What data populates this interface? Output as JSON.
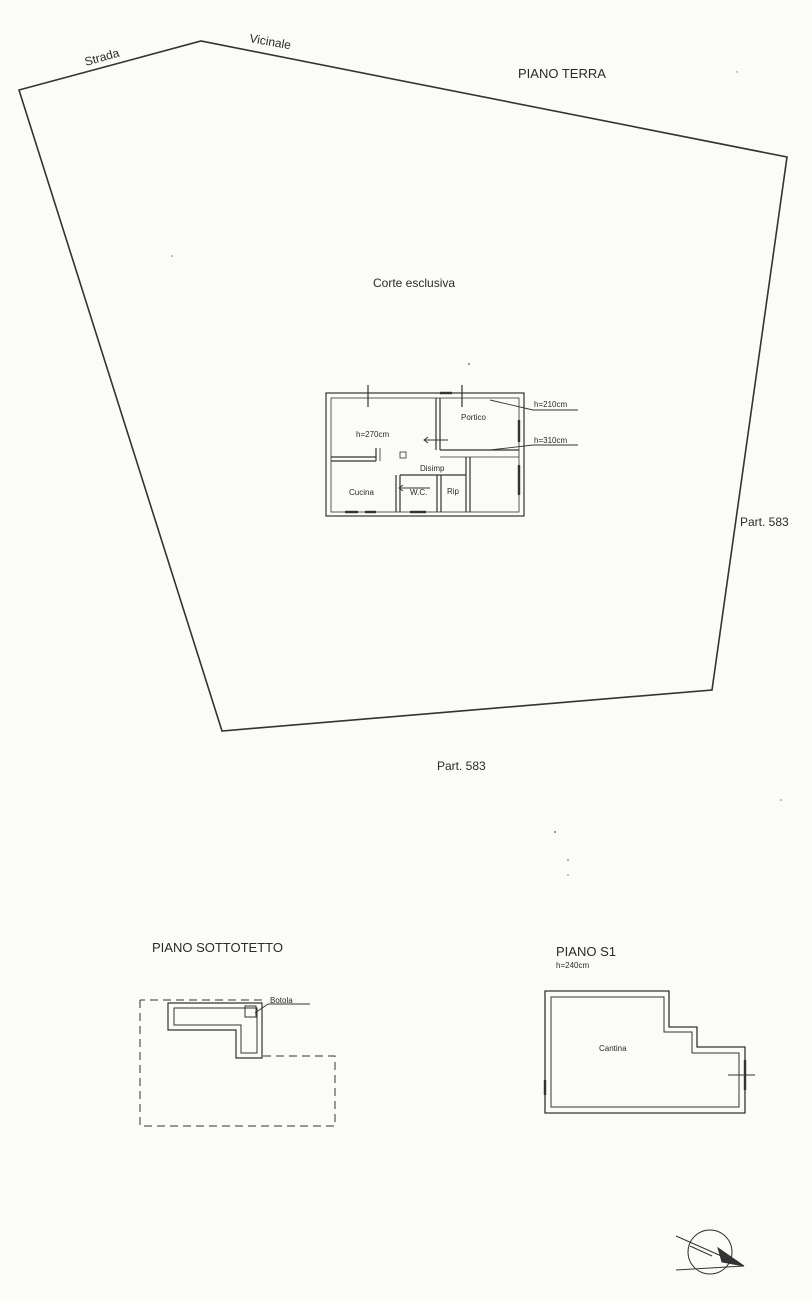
{
  "ground_floor": {
    "title": "PIANO TERRA",
    "road_word_1": "Strada",
    "road_word_2": "Vicinale",
    "courtyard": "Corte esclusiva",
    "parcel_right": "Part. 583",
    "parcel_bottom": "Part. 583",
    "rooms": {
      "living_height": "h=270cm",
      "porch": "Portico",
      "porch_height_1": "h=210cm",
      "porch_height_2": "h=310cm",
      "hall": "Disimp",
      "kitchen": "Cucina",
      "wc": "W.C.",
      "storage": "Rip"
    }
  },
  "attic": {
    "title": "PIANO SOTTOTETTO",
    "hatch": "Botola"
  },
  "basement": {
    "title": "PIANO S1",
    "height": "h=240cm",
    "cellar": "Cantina"
  }
}
